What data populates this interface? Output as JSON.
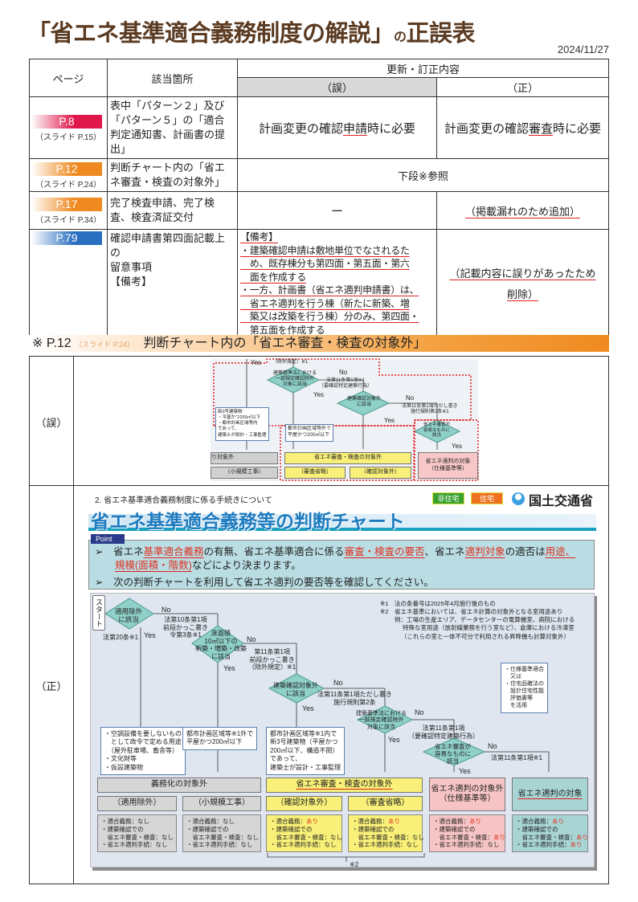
{
  "title": {
    "main": "「省エネ基準適合義務制度の解説」",
    "suffix_no": "の",
    "suffix": "正誤表"
  },
  "date": "2024/11/27",
  "table": {
    "headers": {
      "page": "ページ",
      "location": "該当箇所",
      "content": "更新・訂正内容",
      "wrong": "（誤）",
      "right": "（正）"
    },
    "rows": [
      {
        "page": "P.8",
        "slide": "（スライド P.15）",
        "color": "#e0174a",
        "location": "表中「パターン２」及び「パターン５」の「適合判定通知書、計画書の提出」",
        "wrong_pre": "計画変更の確認",
        "wrong_ul": "申請",
        "wrong_post": "時に必要",
        "right_pre": "計画変更の確認",
        "right_ul": "審査",
        "right_post": "時に必要"
      },
      {
        "page": "P.12",
        "slide": "（スライド P.24）",
        "color": "#ef8a20",
        "location": "判断チャート内の「省エネ審査・検査の対象外」",
        "merged": "下段※参照"
      },
      {
        "page": "P.17",
        "slide": "（スライド P.34）",
        "color": "#ef8a20",
        "location": "完了検査申請、完了検査、検査済証交付",
        "wrong": "ー",
        "right": "（掲載漏れのため追加）"
      },
      {
        "page": "P.79",
        "color": "#2a6fc0",
        "location_lines": [
          "確認申請書第四面記載上の",
          "留意事項",
          "【備考】"
        ],
        "wrong_lines": [
          "【備考】",
          "・建築確認申請は敷地単位でなされるた",
          "　め、既存棟分も第四面・第五面・第六",
          "　面を作成する",
          "・一方、計画書（省エネ適判申請書）は、",
          "　省エネ適判を行う棟（新たに新築、増",
          "　築又は改築を行う棟）分のみ、第四面・",
          "　第五面を作成する"
        ],
        "right_lines": [
          "（記載内容に誤りがあったため",
          "削除）"
        ]
      }
    ]
  },
  "section": {
    "mark": "※ P.12",
    "slide": "（スライド P.24）",
    "title": "判断チャート内の「省エネ審査・検査の対象外」"
  },
  "lower": {
    "wrong_label": "（誤）",
    "right_label": "（正）"
  },
  "old_chart": {
    "yes1": "Yes",
    "exclusion": "（除外規定）※1",
    "d1": [
      "建築基準法における",
      "一部規定確認除外",
      "対象に該当"
    ],
    "no1": "No",
    "law1": [
      "法第11条第1項※1",
      "（要確認特定建築行為）"
    ],
    "yes2": "Yes",
    "d2": [
      "建築確認対象外",
      "に該当"
    ],
    "no2": "No",
    "law2": [
      "法第11条第1項ただし書き",
      "施行規則第2条※1"
    ],
    "yes3": "Yes",
    "d3": [
      "省エネ審査が",
      "容易なものに",
      "該当"
    ],
    "yes4": "Yes",
    "callout1": [
      "新3号建築物",
      "・平屋かつ200㎡以下",
      "・都市計画区域等内",
      "であって、",
      "建築士が設計・工事監理"
    ],
    "callout2": [
      "都市計画区域等外で",
      "平屋かつ200㎡以下"
    ],
    "box_gray": "り対象外",
    "box_small": "（小規模工事）",
    "box_yellow": "省エネ審査・検査の対象外",
    "box_omit": "（審査省略）",
    "box_confirm": "（確認対象外）",
    "box_pink": "省エネ適判の対象",
    "box_pink2": "（仕様基準等）"
  },
  "new_chart": {
    "section": "2. 省エネ基準適合義務制度に係る手続きについて",
    "badge_nonres": "非住宅",
    "badge_res": "住宅",
    "ministry": "国土交通省",
    "title": "省エネ基準適合義務等の判断チャート",
    "point": "Point",
    "bullet1": {
      "a": "省エネ",
      "b": "基準適合義務",
      "c": "の有無、省エネ基準適合に係る",
      "d": "審査・検査の要否",
      "e": "、省エネ",
      "f": "適判対象",
      "g": "の適否は",
      "h": "用途、",
      "i": "規模(面積・階数)",
      "j": "などにより決まります。"
    },
    "bullet2": "次の判断チャートを利用して省エネ適判の要否等を確認してください。",
    "notes": [
      "※1　法の条番号は2025年4月施行後のもの",
      "※2　省エネ基準においては、省エネ計算の対象外となる室用途あり",
      "例：工場の生産エリア、データセンターの電算機室、病院における",
      "特殊な室用途（放射線業務を行う室など）、倉庫における冷凍室",
      "（これらの室と一体不可分で利用される昇降機も計算対象外）"
    ],
    "start": "スタート",
    "d1": [
      "適用除外",
      "に該当"
    ],
    "no1": "No",
    "law1": [
      "法第10条第1項",
      "前段かっこ書き",
      "令第3条※1"
    ],
    "law20": "法第20条※1",
    "yes1": "Yes",
    "d2": [
      "床面積",
      "10㎡以下の",
      "新築・増築・改築",
      "に該当"
    ],
    "no2": "No",
    "law2": [
      "第11条第1項",
      "前段かっこ書き",
      "（除外規定）※1"
    ],
    "yes2": "Yes",
    "d3": [
      "建築確認対象外",
      "に該当"
    ],
    "no3": "No",
    "law3": [
      "法第11条第1項ただし書き",
      "施行規則第2条"
    ],
    "yes3": "Yes",
    "d4": [
      "建築基準法における",
      "一部規定確認除外",
      "対象に該当"
    ],
    "no4": "No",
    "law4": [
      "法第11条第1項",
      "（要確認特定建築行為）"
    ],
    "yes4": "Yes",
    "d5": [
      "省エネ審査が",
      "容易なものに",
      "該当"
    ],
    "no5": "No",
    "law5": "法第11条第1項※1",
    "yes5": "Yes",
    "callout1": [
      "・空調設備を要しないもの",
      "　として政令で定める用途",
      "　（屋外駐車場、畜舎等）",
      "・文化財等",
      "・仮設建築物"
    ],
    "callout2": [
      "都市計画区域等※1外で",
      "平屋かつ200㎡以下"
    ],
    "callout3": [
      "都市計画区域等※1内で",
      "新3号建築物（平屋かつ",
      "200㎡以下、構造不問）",
      "であって、",
      "建築士が設計・工事監理"
    ],
    "callout4": [
      "・仕様基準適合",
      "　又は",
      "・住宅品確法の",
      "　設計住宅性能",
      "　評価書等",
      "　を活用"
    ],
    "out1": "義務化の対象外",
    "out1a": "（適用除外）",
    "out1b": "（小規模工事）",
    "out2": "省エネ審査・検査の対象外",
    "out2a": "（確認対象外）",
    "out2b": "（審査省略）",
    "out3": [
      "省エネ適判の対象外",
      "（仕様基準等）"
    ],
    "out4": "省エネ適判の対象",
    "det_l1": "・適合義務：",
    "det_l2": "・建築確認での",
    "det_l3": "　省エネ審査・検査：",
    "det_l4": "・省エネ適判手続：",
    "nashi": "なし",
    "ari": "あり",
    "note2": "※2"
  },
  "colors": {
    "title": "#5b3b22",
    "accent_red": "#e02020",
    "orange": "#ef8a20",
    "blue": "#1e7bbf"
  }
}
